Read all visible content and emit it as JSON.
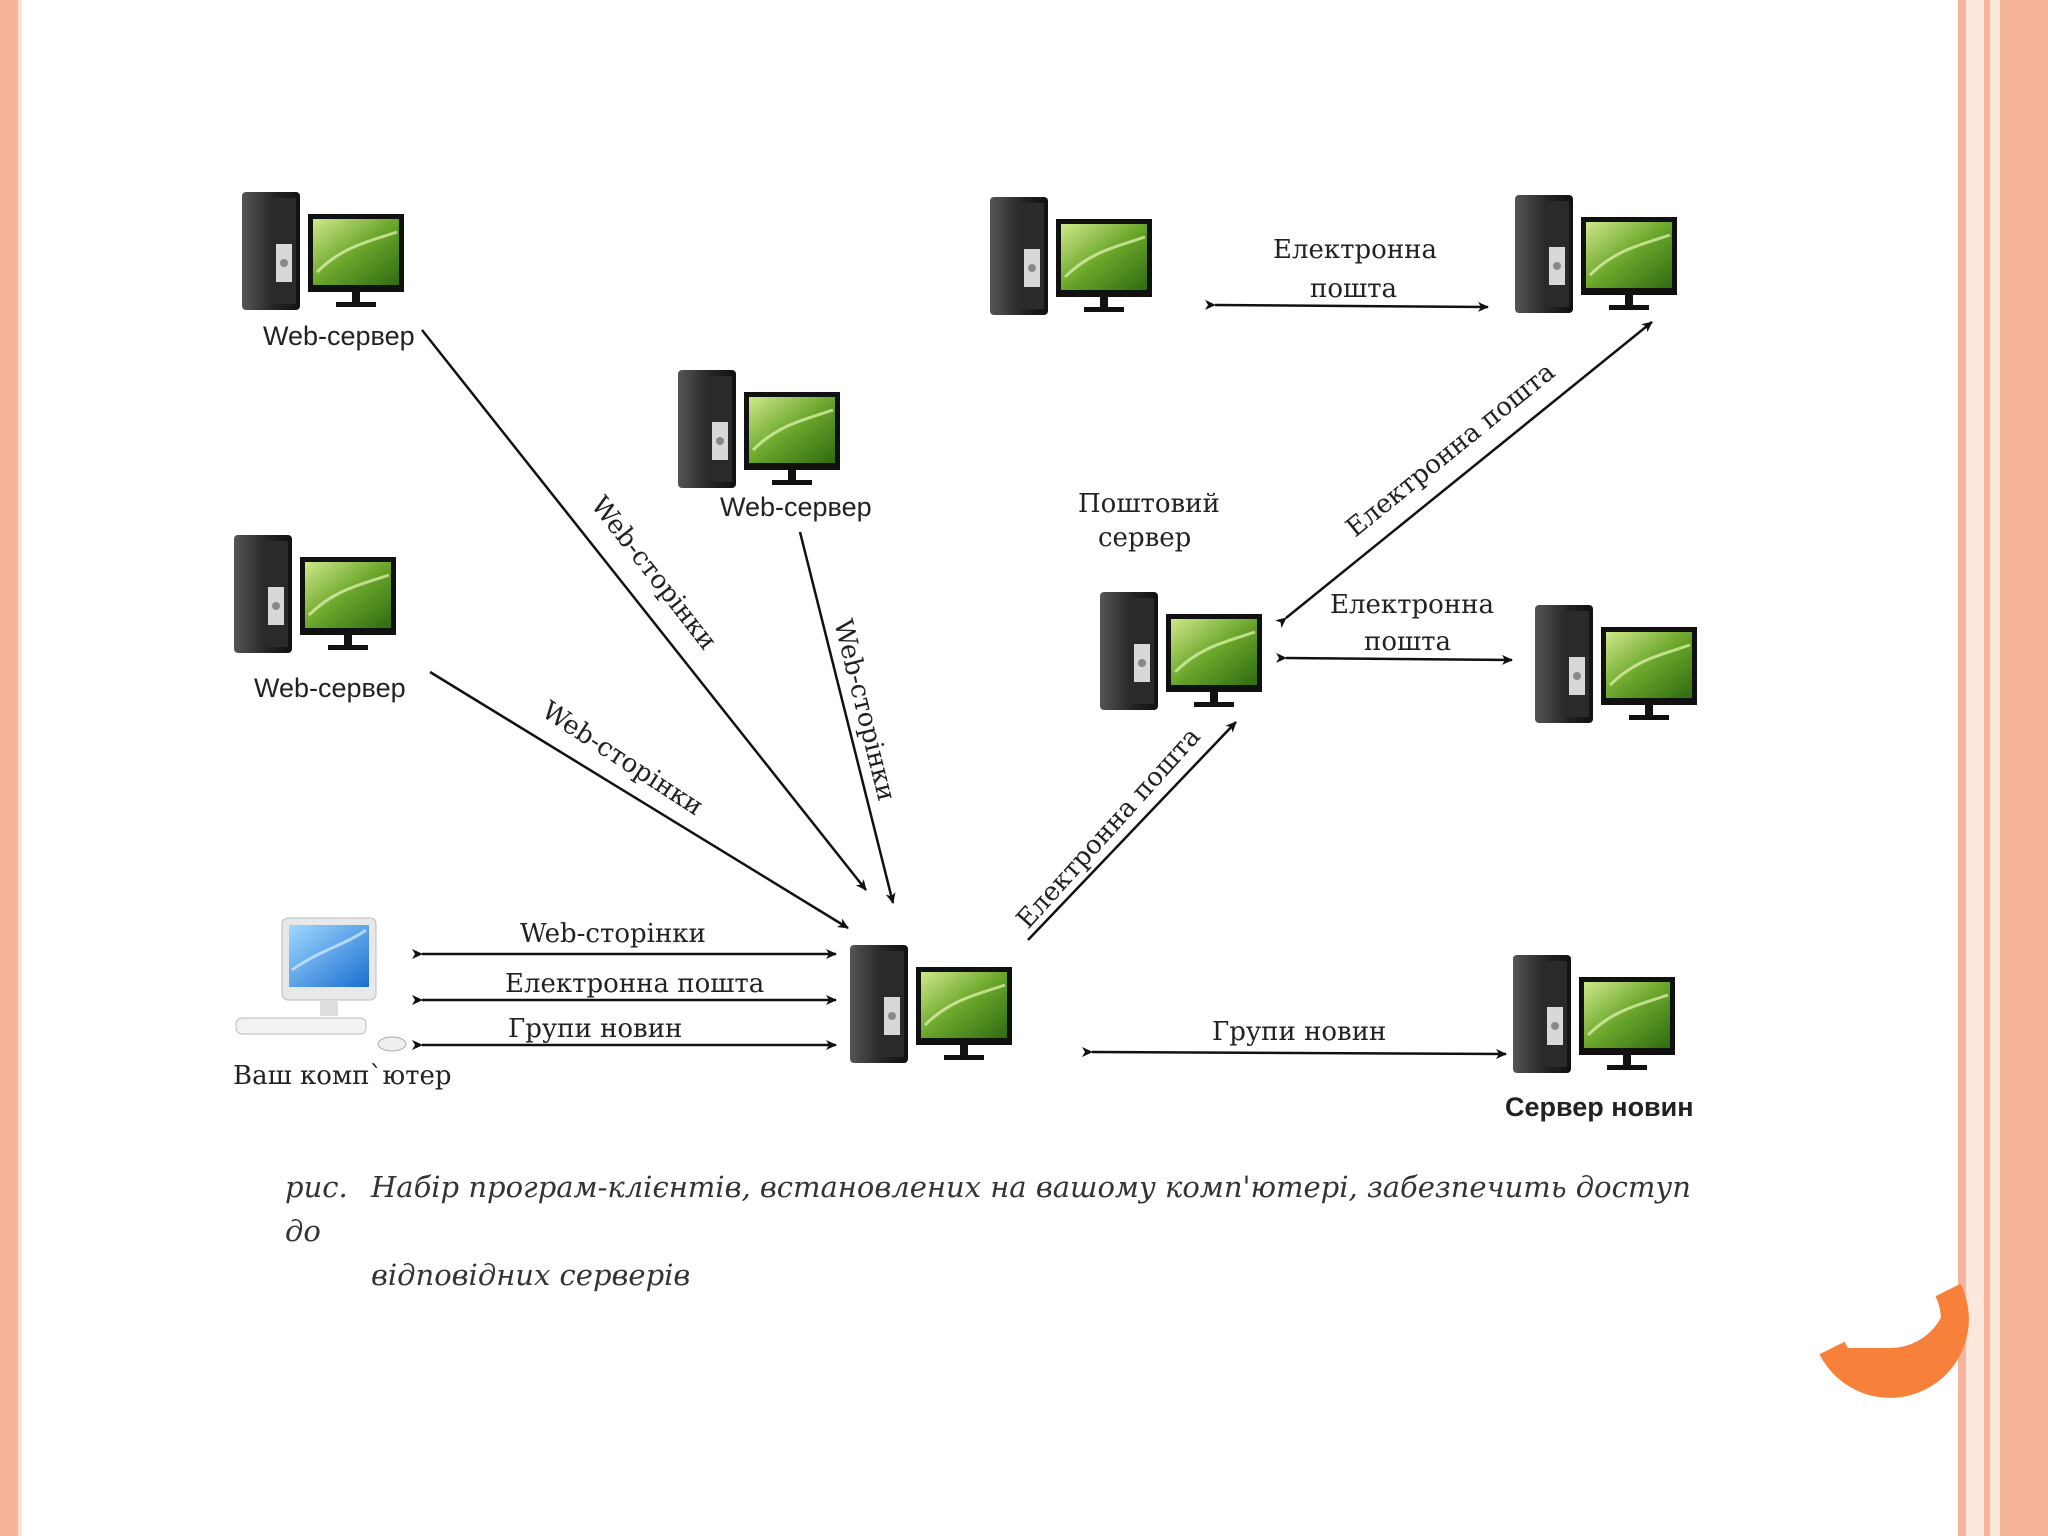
{
  "nodes": {
    "web_server_1": "Web-сервер",
    "web_server_2": "Web-сервер",
    "web_server_3": "Web-сервер",
    "mail_server": [
      "Поштовий",
      "сервер"
    ],
    "your_computer": "Ваш комп`ютер",
    "news_server": "Сервер новин"
  },
  "edges": {
    "top_email": [
      "Електронна",
      "пошта"
    ],
    "mail_to_top": "Електронна пошта",
    "mail_to_right": [
      "Електронна",
      "пошта"
    ],
    "hub_to_mail": "Електронна пошта",
    "ws1_pages": "Web-сторінки",
    "ws2_pages": "Web-сторінки",
    "ws3_pages": "Web-сторінки",
    "client_pages": "Web-сторінки",
    "client_email": "Електронна пошта",
    "client_news": "Групи новин",
    "news_link": "Групи новин"
  },
  "caption": {
    "prefix": "рис.",
    "line1": "Набір програм-клієнтів, встановлених на вашому комп'ютері, забезпечить доступ до",
    "line2": "відповідних серверів"
  },
  "colors": {
    "frame": "#f6b59a",
    "accent": "#f7803a"
  }
}
